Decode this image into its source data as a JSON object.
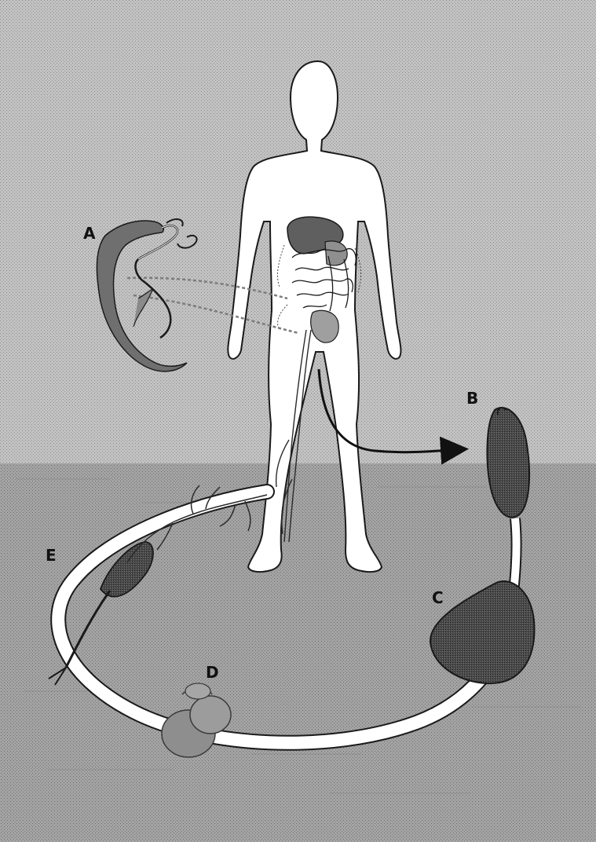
{
  "labels": {
    "a": "A",
    "b": "B",
    "c": "C",
    "d": "D",
    "e": "E"
  },
  "colors": {
    "background_sky": "#bdbdbd",
    "background_water": "#9b9b9b",
    "body_silhouette": "#ffffff",
    "outline": "#1a1a1a",
    "worm_body": "#6f6f6f",
    "egg_dark": "#3a3a3a",
    "snail": "#8e8e8e",
    "ring": "#ffffff"
  }
}
